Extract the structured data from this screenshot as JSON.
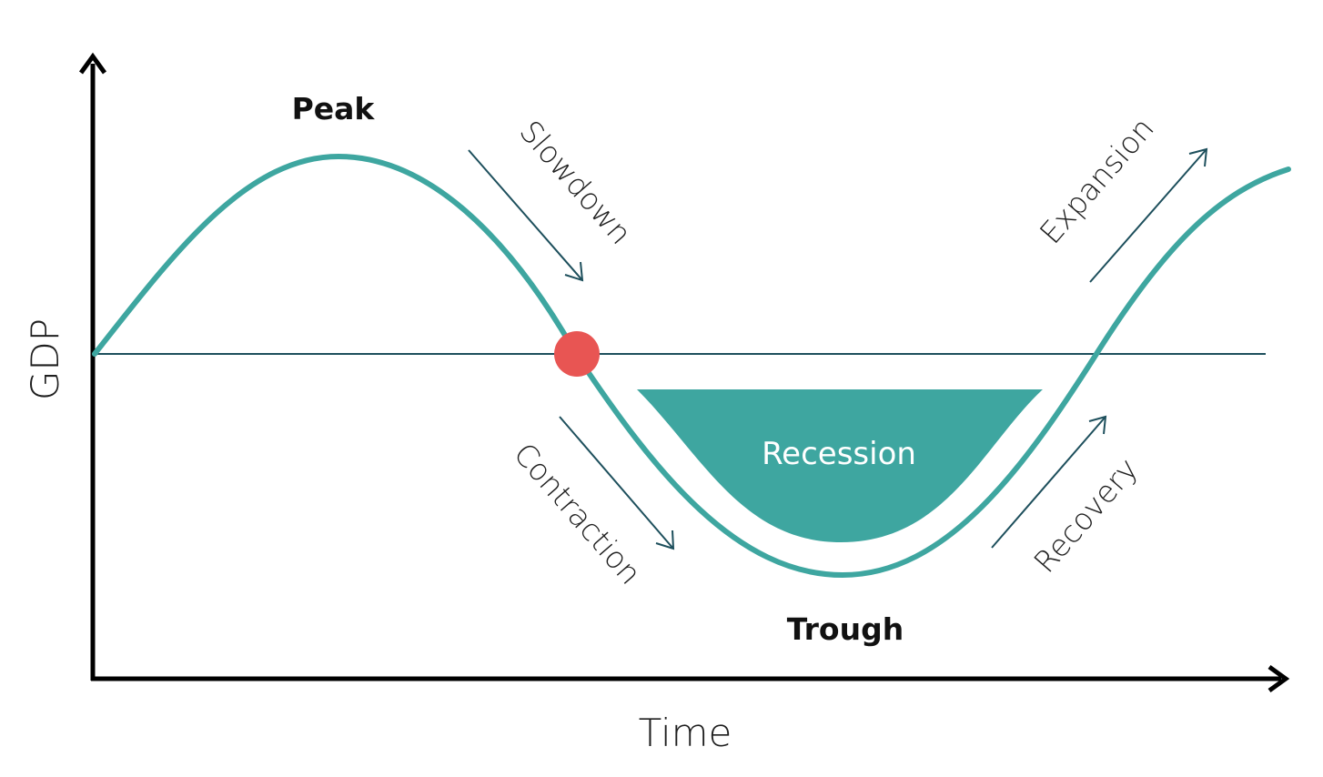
{
  "labels": {
    "y_axis": "GDP",
    "x_axis": "Time",
    "peak": "Peak",
    "trough": "Trough",
    "slowdown": "Slowdown",
    "contraction": "Contraction",
    "recovery": "Recovery",
    "expansion": "Expansion",
    "recession": "Recession"
  },
  "colors": {
    "curve": "#3ea6a0",
    "recession_fill": "#3ea6a0",
    "marker": "#e85553",
    "baseline": "#1d4f5c",
    "arrows": "#1d4f5c",
    "axes": "#000000"
  }
}
